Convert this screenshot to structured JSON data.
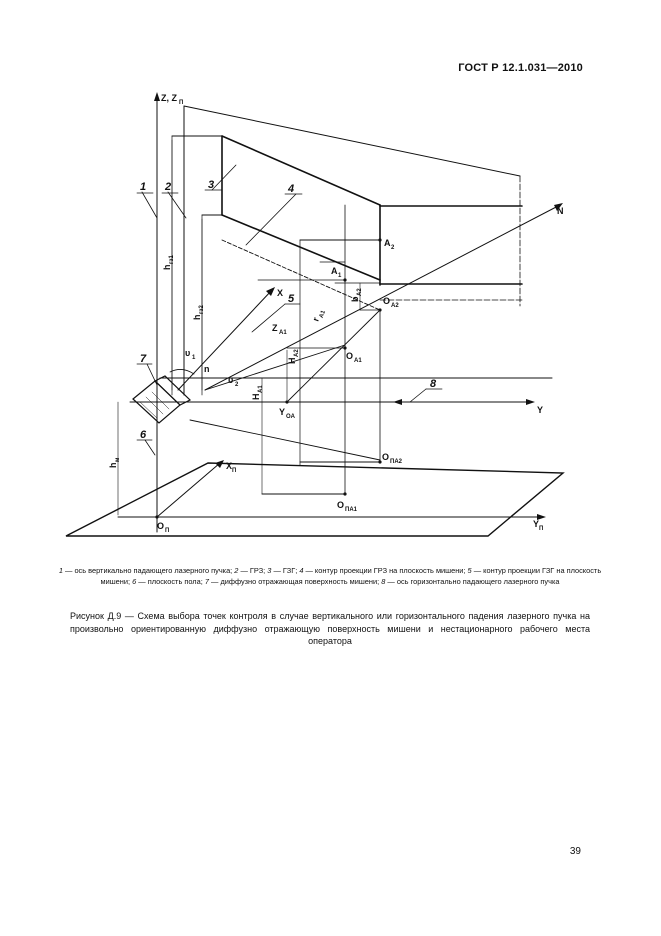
{
  "header": {
    "standard": "ГОСТ Р 12.1.031—2010"
  },
  "figure": {
    "axis_z": "Z, Z",
    "axis_z_sub": "П",
    "axis_x": "X",
    "axis_xp": "X",
    "axis_xp_sub": "П",
    "axis_y": "Y",
    "axis_yp": "Y",
    "axis_yp_sub": "П",
    "axis_n": "N",
    "point_a1": "A",
    "point_a1_sub": "1",
    "point_a2": "A",
    "point_a2_sub": "2",
    "point_oa2": "O",
    "point_oa2_sub": "A2",
    "point_oa1": "O",
    "point_oa1_sub": "A1",
    "point_oa": "Y",
    "point_oa_sub": "OA",
    "point_opa2": "O",
    "point_opa2_sub": "ПА2",
    "point_opa1": "O",
    "point_opa1_sub": "ПА1",
    "point_op": "O",
    "point_op_sub": "П",
    "dim_h_gz1": "h",
    "dim_h_gz1_sub": "гз1",
    "dim_h_gz2": "h",
    "dim_h_gz2_sub": "гз2",
    "dim_h_m": "h",
    "dim_h_m_sub": "м",
    "dim_h_a1": "H",
    "dim_h_a1_sub": "A1",
    "dim_h_a2": "H",
    "dim_h_a2_sub": "A2",
    "dim_b_a2": "b",
    "dim_b_a2_sub": "A2",
    "dim_r_a1": "r",
    "dim_r_a1_sub": "A1",
    "dim_z_a1": "Z",
    "dim_z_a1_sub": "A1",
    "angle_1": "υ",
    "angle_1_sub": "1",
    "angle_2": "υ",
    "angle_2_sub": "2",
    "normal_n": "n",
    "callouts": [
      "1",
      "2",
      "3",
      "4",
      "5",
      "6",
      "7",
      "8"
    ]
  },
  "legend": {
    "n1": "1",
    "t1": " — ось вертикально падающего лазерного пучка; ",
    "n2": "2",
    "t2": " — ГРЗ; ",
    "n3": "3",
    "t3": " — ГЗГ; ",
    "n4": "4",
    "t4": " — контур проекции ГРЗ на плоскость мишени; ",
    "n5": "5",
    "t5": " — контур проекции ГЗГ на плоскость мишени; ",
    "n6": "6",
    "t6": " — плоскость пола; ",
    "n7": "7",
    "t7": " — диффузно отражающая поверхность мишени; ",
    "n8": "8",
    "t8": " — ось горизонтально падающего лазерного пучка"
  },
  "caption": "Рисунок Д.9 — Схема выбора точек контроля в случае вертикального или горизонтального падения лазерного пучка на произвольно ориентированную диффузно отражающую поверхность мишени и нестационарного рабочего места оператора",
  "page_number": "39"
}
